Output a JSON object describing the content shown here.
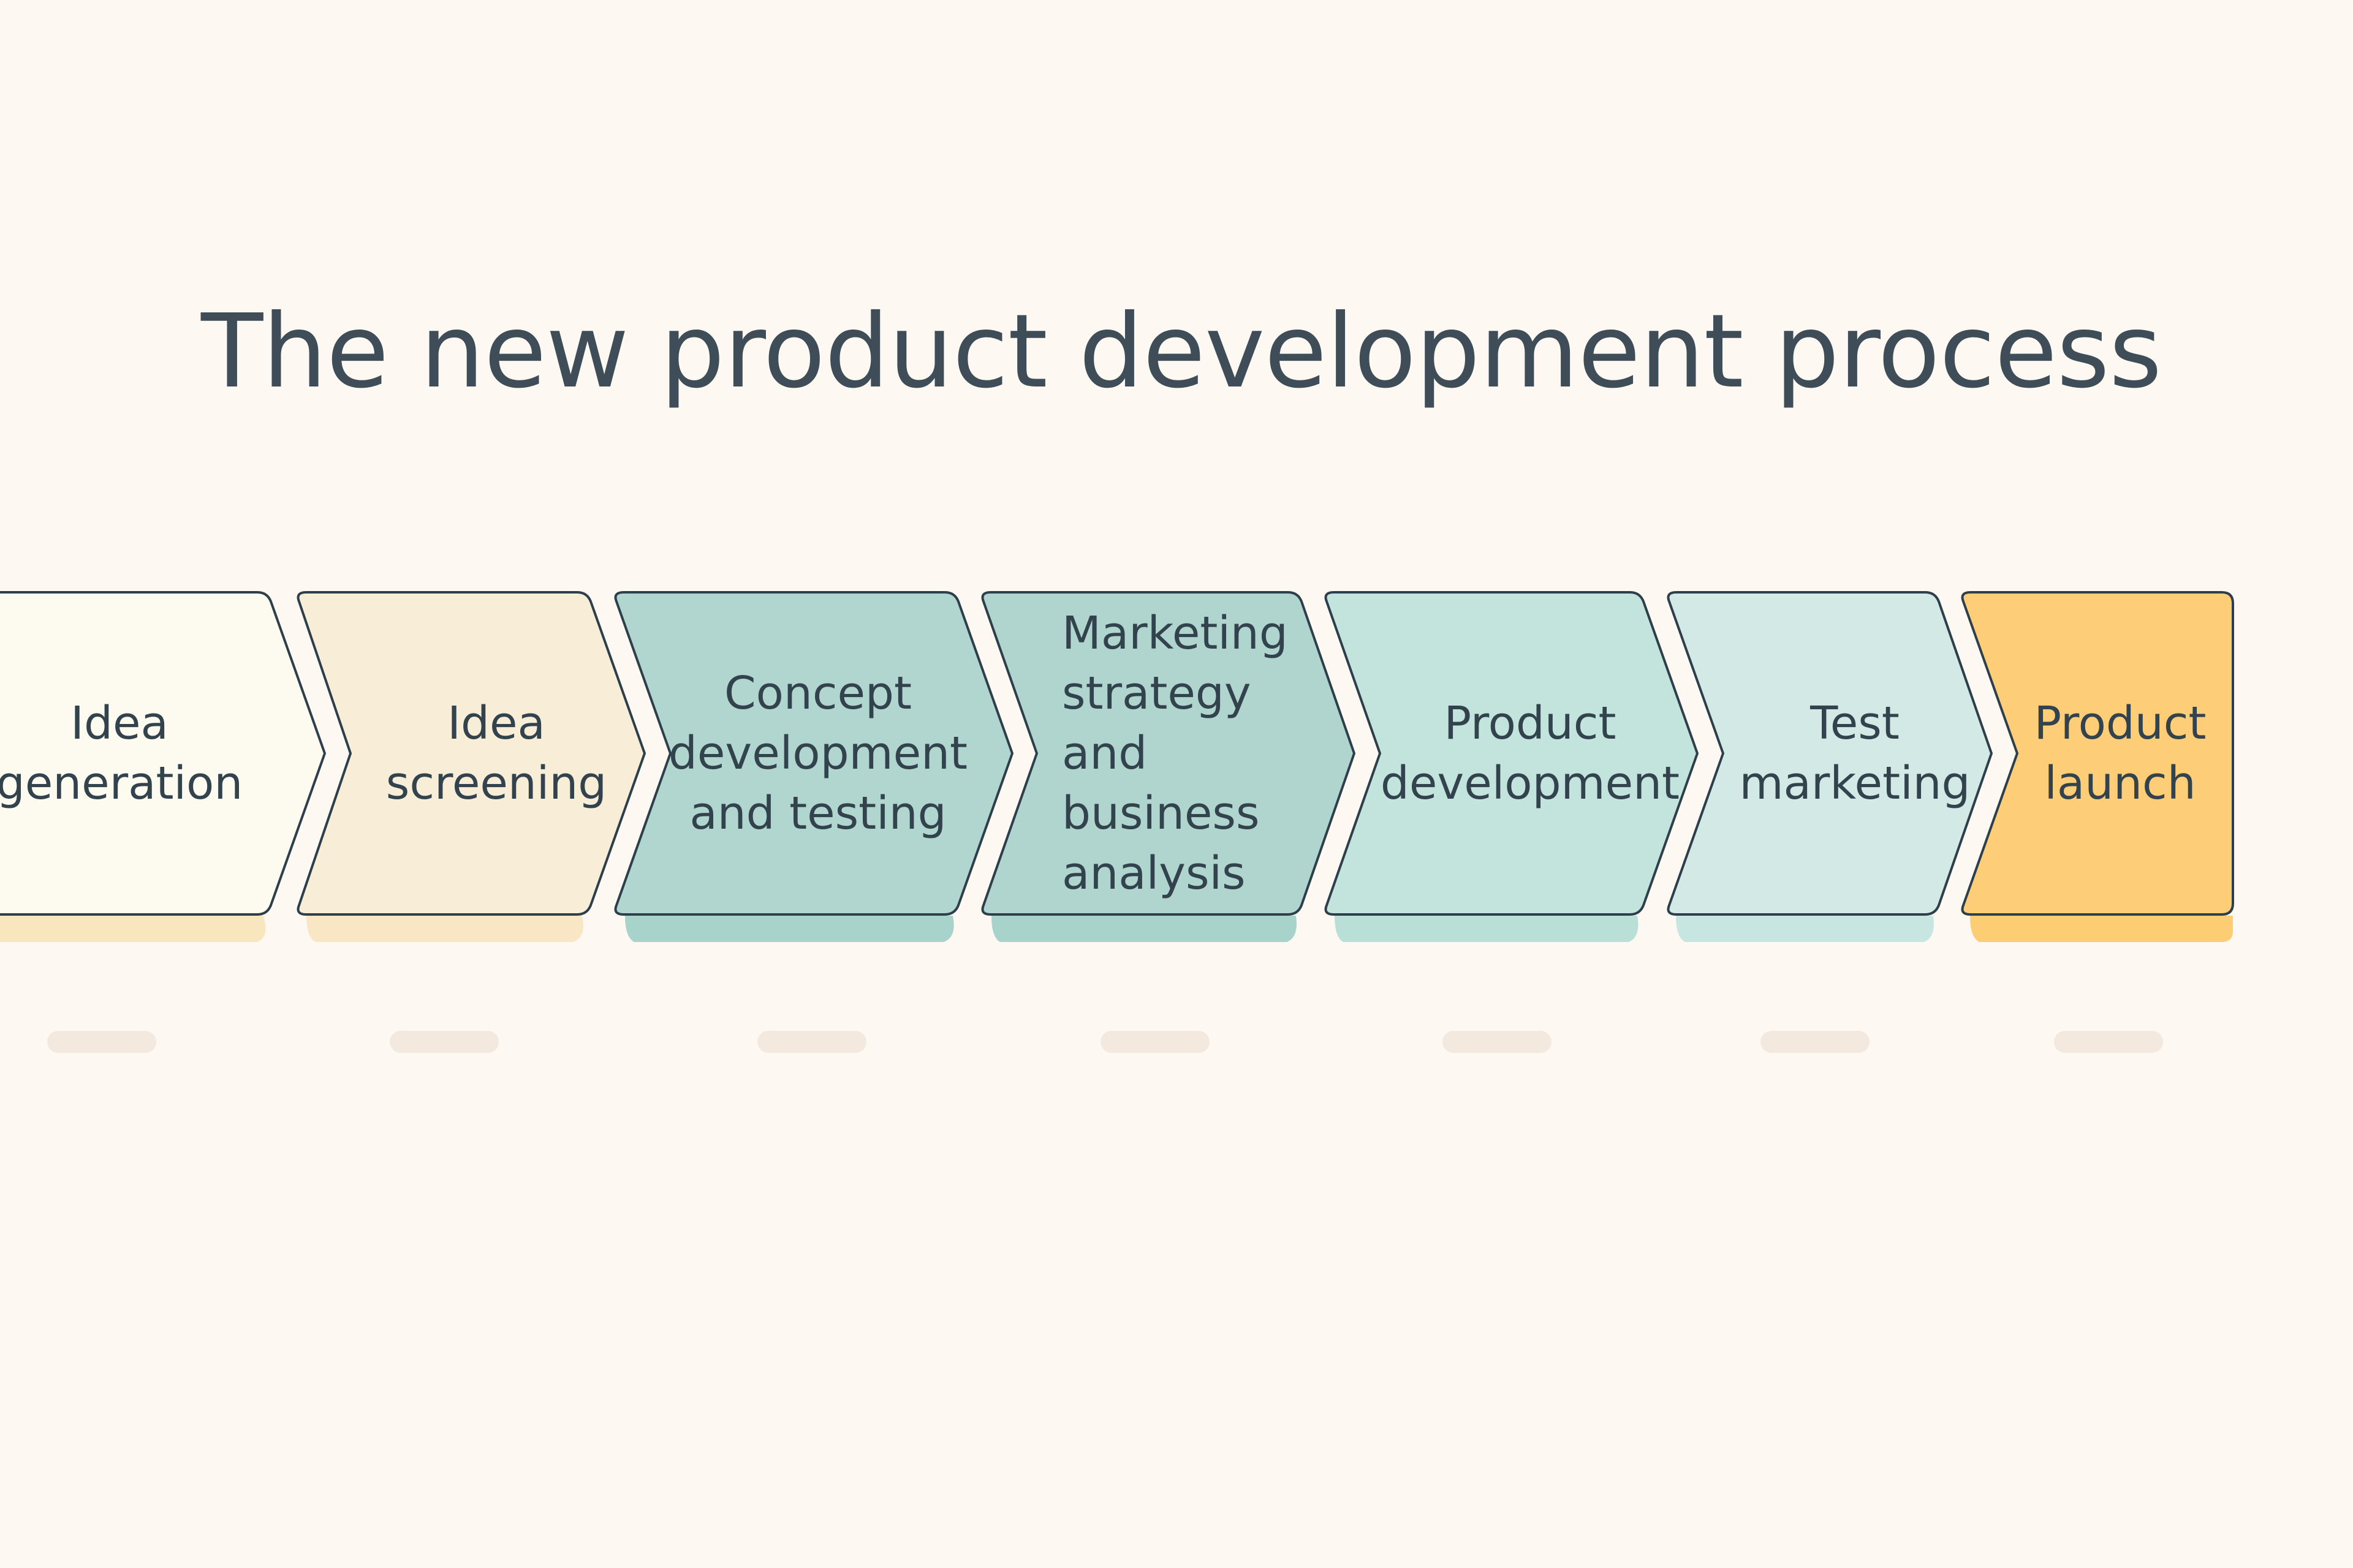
{
  "title": "The new product development process",
  "steps": [
    {
      "label": "Idea\ngeneration",
      "fill": "#fdfaf0",
      "shadow": "#f8e6bf"
    },
    {
      "label": "Idea\nscreening",
      "fill": "#f8eed8",
      "shadow": "#f8e6c4"
    },
    {
      "label": "Concept\ndevelopment\nand testing",
      "fill": "#b0d6cf",
      "shadow": "#a8d3ca"
    },
    {
      "label": "Marketing\nstrategy and\nbusiness\nanalysis",
      "fill": "#afd5ce",
      "shadow": "#a8d3ca"
    },
    {
      "label": "Product\ndevelopment",
      "fill": "#c3e3dd",
      "shadow": "#b9dfd7"
    },
    {
      "label": "Test\nmarketing",
      "fill": "#d3e9e6",
      "shadow": "#c8e6e1"
    },
    {
      "label": "Product\nlaunch",
      "fill": "#fdcd78",
      "shadow": "#fccd72"
    }
  ],
  "colors": {
    "background": "#fdf8f1",
    "outline": "#2e3f4c",
    "text": "#33434d",
    "pill": "#f3e9de"
  }
}
